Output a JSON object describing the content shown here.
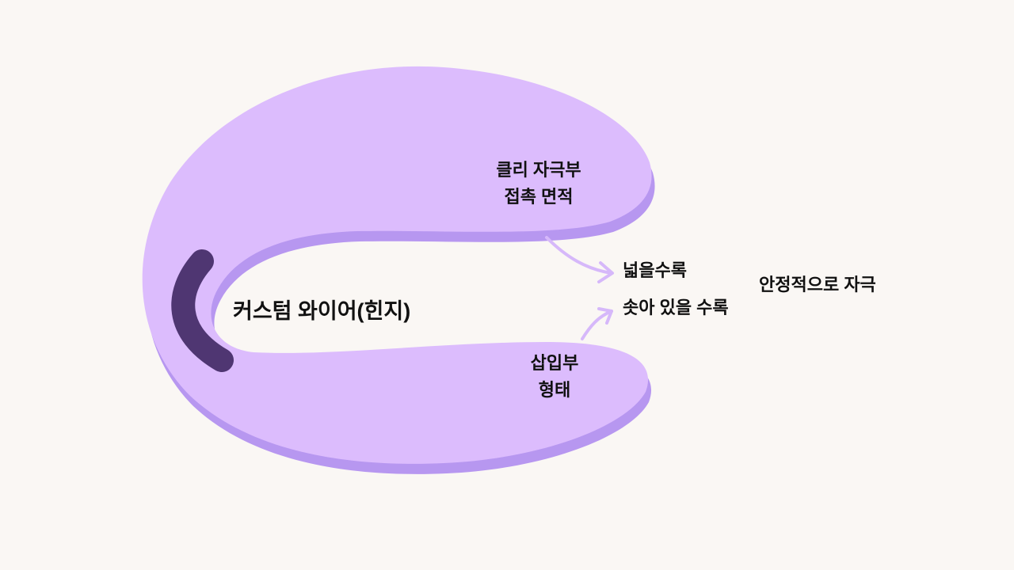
{
  "colors": {
    "body": "#dcbcfd",
    "shadow": "#b797f0",
    "hinge": "#4f3672",
    "arrow": "#d6b8fa",
    "background": "#faf7f4"
  },
  "labels": {
    "clit_line1": "클리 자극부",
    "clit_line2": "접촉 면적",
    "insert_line1": "삽입부",
    "insert_line2": "형태",
    "hinge": "커스텀 와이어(힌지)",
    "wider": "넓을수록",
    "protruding": "솟아 있을 수록",
    "result": "안정적으로 자극"
  }
}
